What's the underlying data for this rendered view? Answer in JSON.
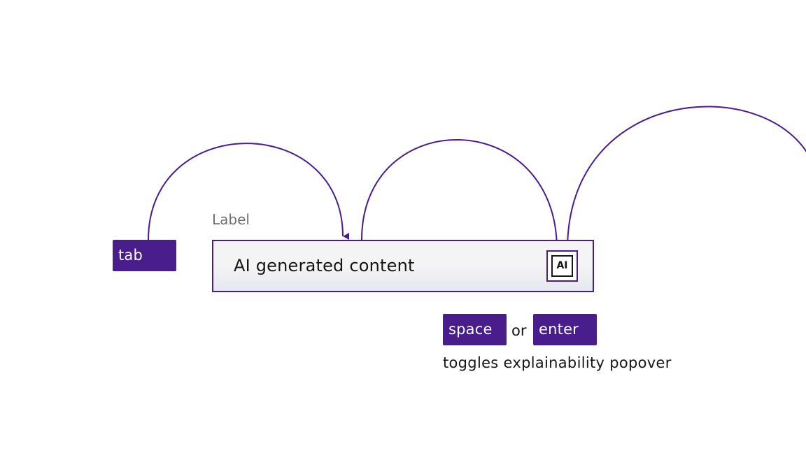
{
  "accent_color": "#491d8b",
  "keys": {
    "tab": "tab",
    "space": "space",
    "enter": "enter"
  },
  "field": {
    "label": "Label",
    "value": "AI generated content",
    "ai_badge": "AI"
  },
  "connector": "or",
  "caption": "toggles explainability popover"
}
